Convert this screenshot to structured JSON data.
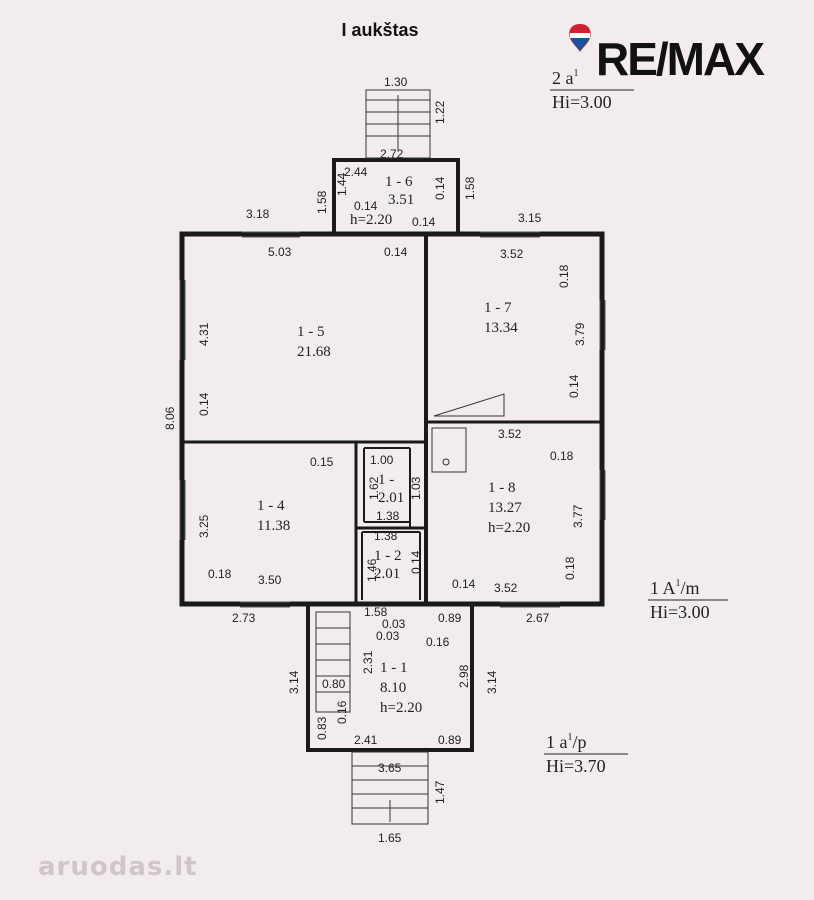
{
  "title": "I aukštas",
  "logo": {
    "brand": "RE/MAX",
    "watermark": "aruodas.lt"
  },
  "floor_info": [
    {
      "top": "2 a",
      "sup": "1",
      "bottom": "Hi=3.00"
    },
    {
      "top": "1 A",
      "sup": "1",
      "suffix": "/m",
      "bottom": "Hi=3.00"
    },
    {
      "top": "1 a",
      "sup": "1",
      "suffix": "/p",
      "bottom": "Hi=3.70"
    }
  ],
  "rooms": [
    {
      "id": "1 - 6",
      "area": "3.51",
      "height": "h=2.20"
    },
    {
      "id": "1 - 5",
      "area": "21.68"
    },
    {
      "id": "1 - 7",
      "area": "13.34"
    },
    {
      "id": "1 - 4",
      "area": "11.38"
    },
    {
      "id": "1 -",
      "area": "2.01"
    },
    {
      "id": "1 - 2",
      "area": "2.01"
    },
    {
      "id": "1 - 8",
      "area": "13.27",
      "height": "h=2.20"
    },
    {
      "id": "1 - 1",
      "area": "8.10",
      "height": "h=2.20"
    }
  ],
  "dims": {
    "stair_top_w": "1.30",
    "stair_top_h": "1.22",
    "porch_w": "2.72",
    "porch_inner": "2.44",
    "porch_h_l": "1.44",
    "porch_h_r": "1.58",
    "porch_wall_l": "0.14",
    "porch_wall_r": "0.14",
    "porch_wall_b": "0.14",
    "porch_b": "0.14",
    "porch_side": "1.58",
    "top_left": "3.18",
    "top_right": "3.15",
    "r5_w": "5.03",
    "wall_mid": "0.14",
    "r7_w": "3.52",
    "r7_wall": "0.18",
    "r5_h": "4.31",
    "r7_h": "3.79",
    "total_h": "8.06",
    "wall_l": "0.14",
    "r7_wall_b": "0.14",
    "r8_top": "3.52",
    "r8_wall": "0.18",
    "r4_wall": "0.15",
    "wc_w": "1.00",
    "wc_h": "1.62",
    "wc_d": "1.03",
    "wc_b": "1.38",
    "r2_w": "1.38",
    "r2_h": "1.46",
    "r2_wall": "0.14",
    "r4_h": "3.25",
    "r8_h": "3.77",
    "r8_wall_b": "0.18",
    "r4_wall_b": "0.18",
    "r4_w": "3.50",
    "wall_b": "0.14",
    "r8_w": "3.52",
    "bot_left": "2.73",
    "bot_right": "2.67",
    "hall_w": "1.58",
    "hall_a": "0.03",
    "hall_b": "0.89",
    "hall_c": "0.03",
    "hall_d": "0.16",
    "hall_h": "2.31",
    "hall_h2": "2.98",
    "ent_l": "3.14",
    "ent_r": "3.14",
    "stair_w": "0.80",
    "ent_wall": "0.83",
    "ent_wall2": "0.16",
    "ent_b": "2.41",
    "ent_b2": "0.89",
    "ent_out": "3.65",
    "stair_bot_h": "1.47",
    "stair_bot_w": "1.65"
  }
}
